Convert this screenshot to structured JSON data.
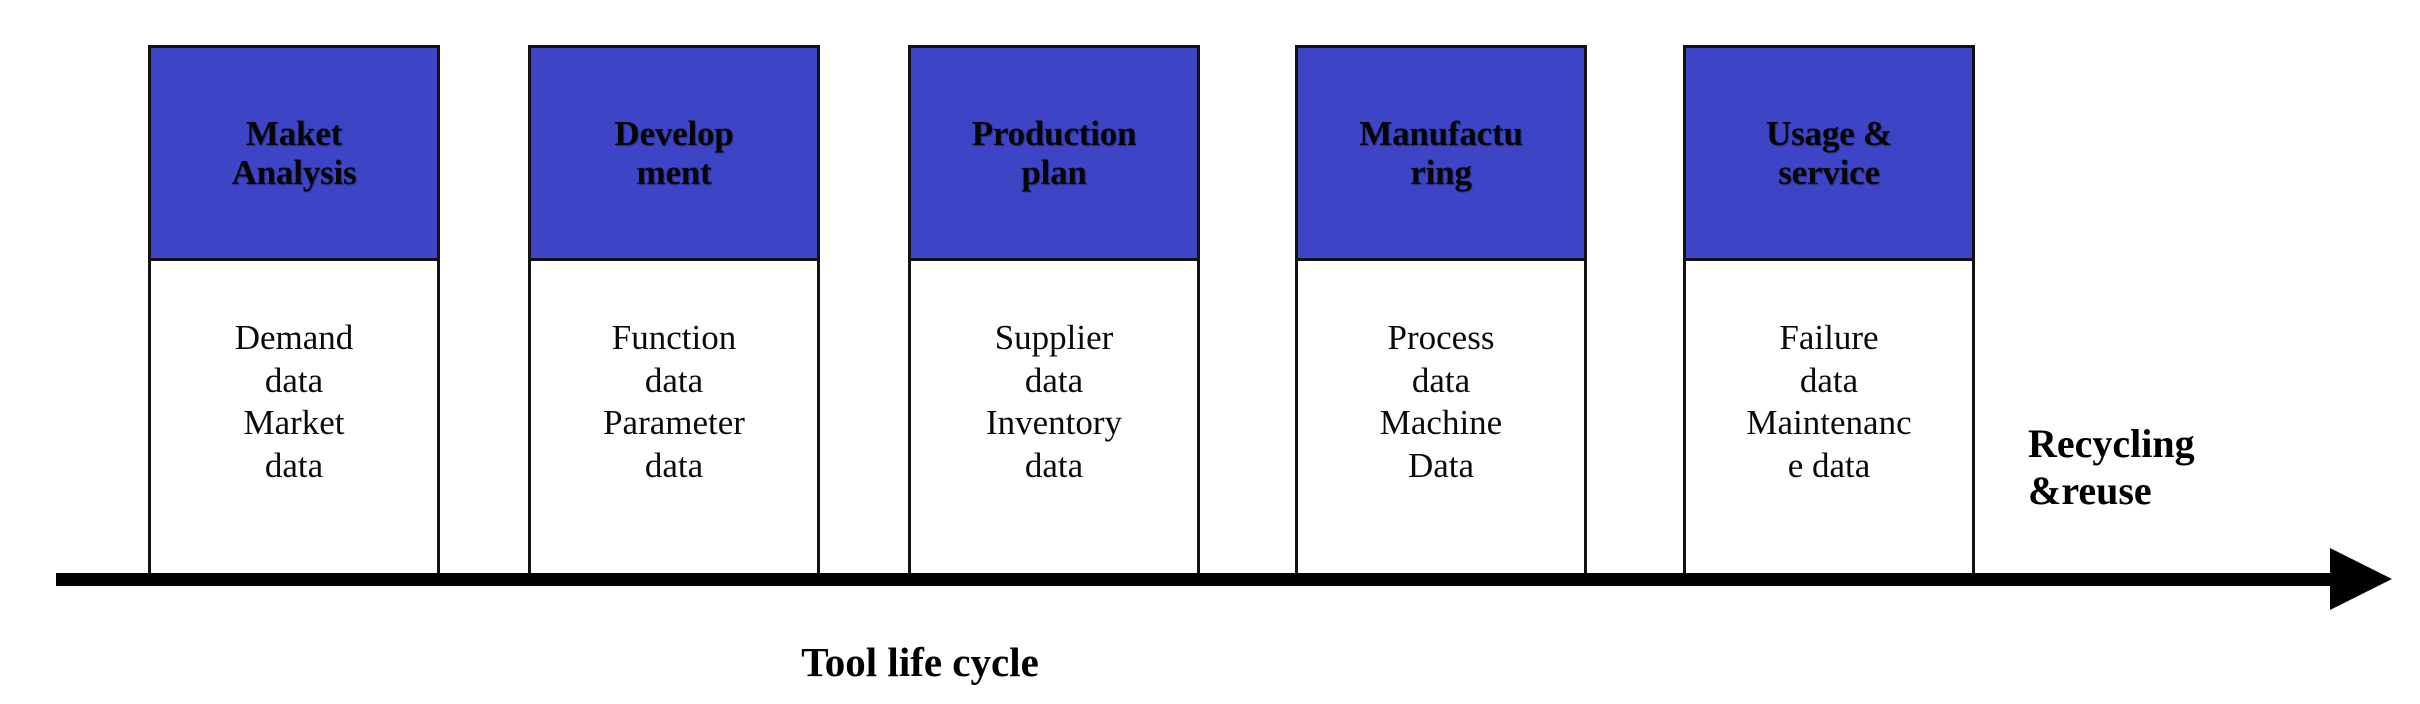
{
  "diagram": {
    "caption": "Tool life cycle",
    "accent_color": "#3d45c6",
    "line_color": "#000000",
    "axis": {
      "name": "timeline-arrow",
      "direction": "right"
    },
    "end_label": {
      "line1": "Recycling",
      "line2": "&reuse"
    },
    "stages": [
      {
        "id": "market-analysis",
        "header_line1": "Maket",
        "header_line2": "Analysis",
        "body_lines": [
          "Demand",
          "data",
          "Market",
          "data"
        ]
      },
      {
        "id": "development",
        "header_line1": "Develop",
        "header_line2": "ment",
        "body_lines": [
          "Function",
          "data",
          "Parameter",
          "data"
        ]
      },
      {
        "id": "production-plan",
        "header_line1": "Production",
        "header_line2": "plan",
        "body_lines": [
          "Supplier",
          "data",
          "Inventory",
          "data"
        ]
      },
      {
        "id": "manufacturing",
        "header_line1": "Manufactu",
        "header_line2": "ring",
        "body_lines": [
          "Process",
          "data",
          "Machine",
          "Data"
        ]
      },
      {
        "id": "usage-service",
        "header_line1": "Usage &",
        "header_line2": "service",
        "body_lines": [
          "Failure",
          "data",
          "Maintenanc",
          "e data"
        ]
      }
    ]
  }
}
